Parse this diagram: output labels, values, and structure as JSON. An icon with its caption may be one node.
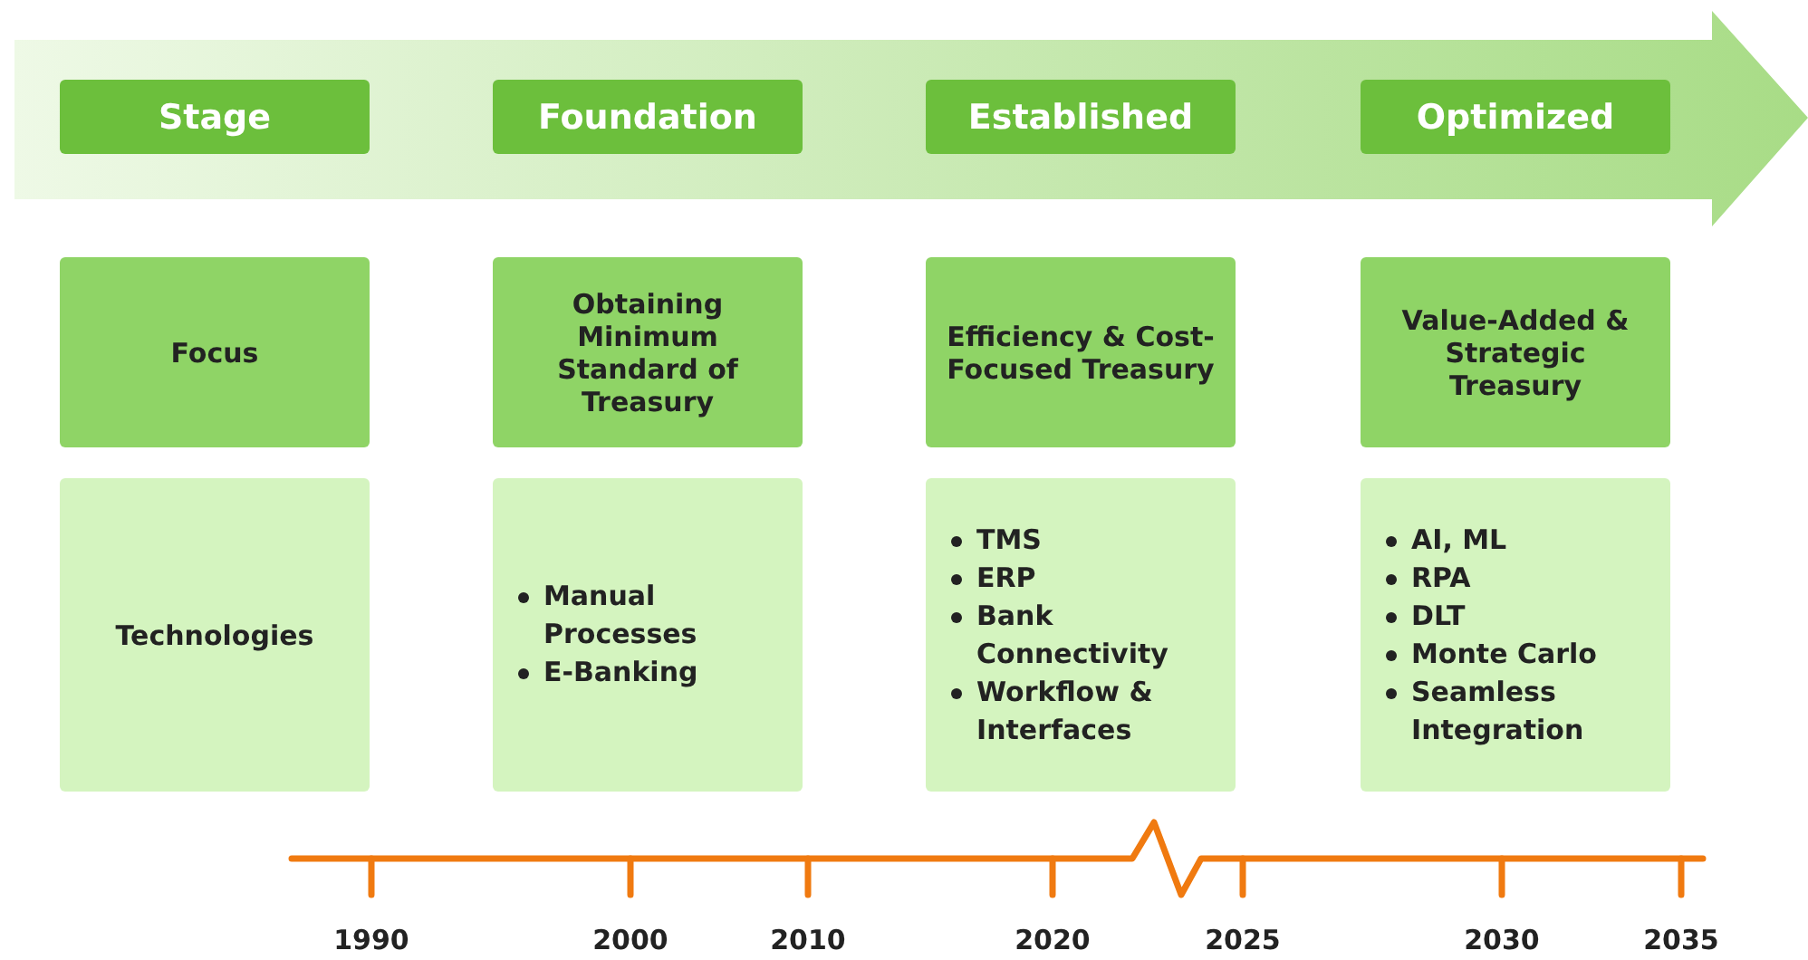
{
  "diagram": {
    "nodes": [
      {
        "text": [
          "Stage"
        ]
      },
      {
        "text": [
          "Foundation"
        ]
      },
      {
        "text": [
          "Established"
        ]
      },
      {
        "text": [
          "Optimized"
        ]
      },
      {
        "text": [
          "Focus"
        ]
      },
      {
        "text": [
          "Obtaining Minimum Standard of Treasury"
        ]
      },
      {
        "text": [
          "Efficiency & Cost-Focused Treasury"
        ]
      },
      {
        "text": [
          "Value-Added & Strategic Treasury"
        ]
      },
      {
        "text": [
          "Technologies"
        ]
      },
      {
        "text": [
          "Manual Processes",
          "E-Banking"
        ]
      },
      {
        "text": [
          "TMS",
          "ERP",
          "Bank Connectivity",
          "Workflow & Interfaces"
        ]
      },
      {
        "text": [
          "AI, ML",
          "RPA",
          "DLT",
          "Monte Carlo",
          "Seamless Integration"
        ]
      }
    ],
    "labels": [
      "1990",
      "2000",
      "2010",
      "2020",
      "2025",
      "2030",
      "2035"
    ]
  }
}
